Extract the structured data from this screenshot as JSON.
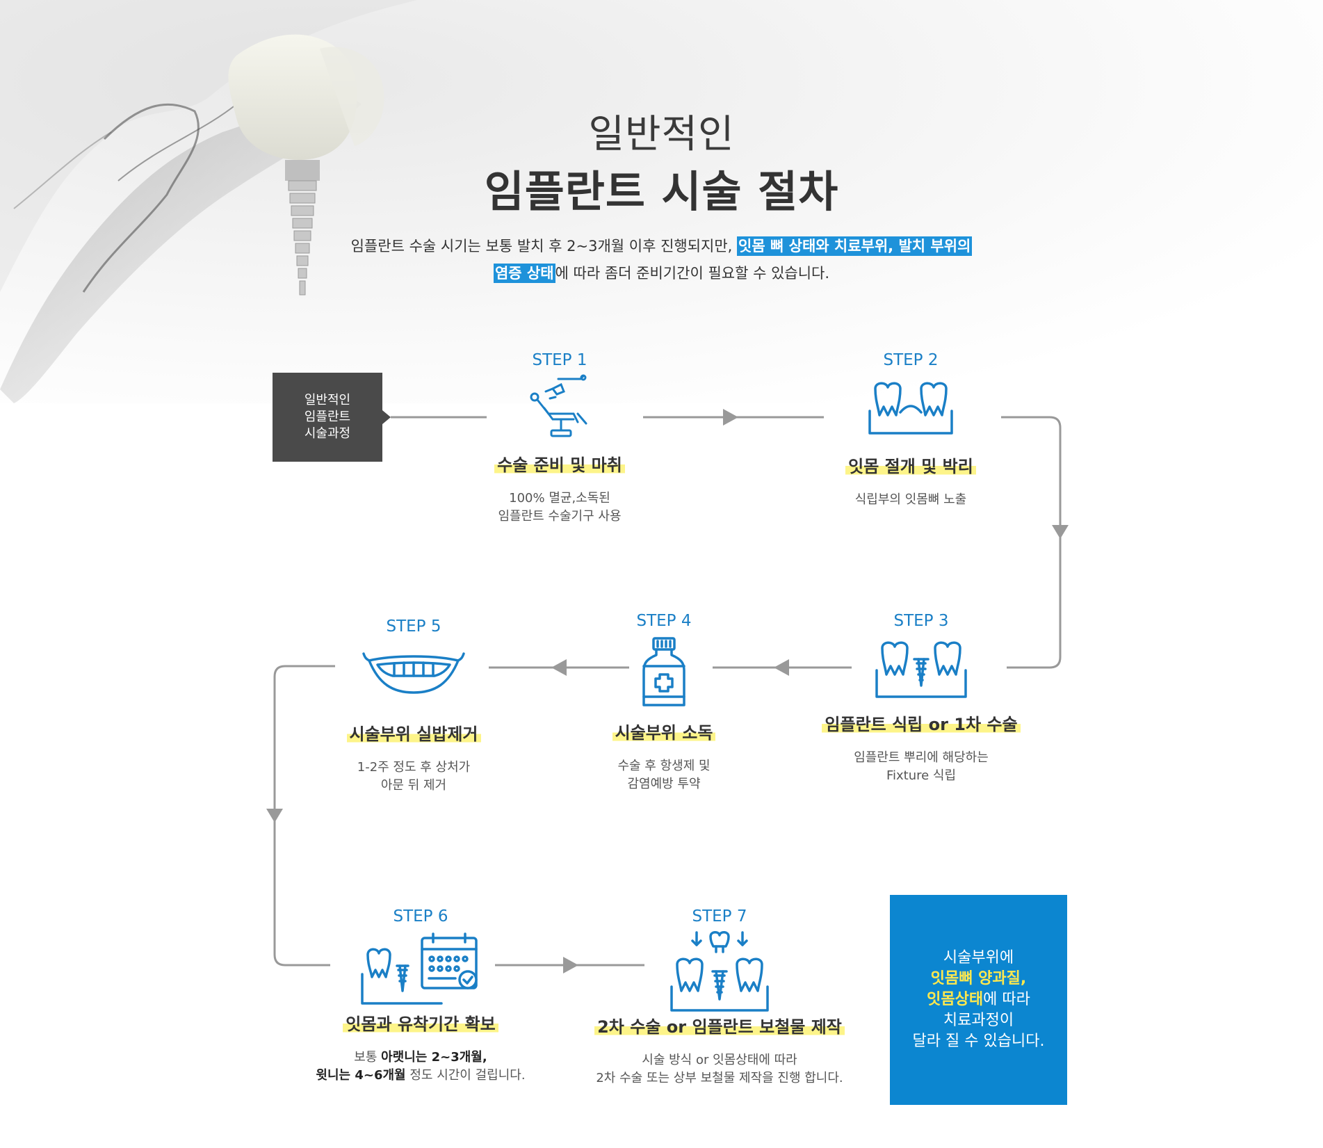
{
  "header": {
    "title_line1": "일반적인",
    "title_line2": "임플란트 시술 절차",
    "intro_line1_plain": "임플란트 수술 시기는 보통 발치 후 2~3개월 이후 진행되지만, ",
    "intro_line1_highlight": "잇몸 뼈 상태와 치료부위, 발치 부위의",
    "intro_line2_highlight": "염증 상태",
    "intro_line2_plain": "에 따라 좀더 준비기간이 필요할 수 있습니다."
  },
  "label_box": {
    "line1": "일반적인",
    "line2": "임플란트",
    "line3": "시술과정"
  },
  "steps": [
    {
      "number": "STEP 1",
      "icon": "dental-chair-icon",
      "title": "수술 준비 및 마취",
      "desc1": "100% 멸균,소독된",
      "desc2": "임플란트 수술기구 사용"
    },
    {
      "number": "STEP 2",
      "icon": "gum-incision-icon",
      "title": "잇몸 절개 및 박리",
      "desc1": "식립부의 잇몸뼈 노출",
      "desc2": ""
    },
    {
      "number": "STEP 3",
      "icon": "implant-placement-icon",
      "title": "임플란트 식립 or 1차 수술",
      "desc1": "임플란트 뿌리에 해당하는",
      "desc2": "Fixture 식립"
    },
    {
      "number": "STEP 4",
      "icon": "disinfectant-bottle-icon",
      "title": "시술부위 소독",
      "desc1": "수술 후 항생제 및",
      "desc2": "감염예방 투약"
    },
    {
      "number": "STEP 5",
      "icon": "smile-icon",
      "title": "시술부위 실밥제거",
      "desc1": "1-2주 정도 후 상처가",
      "desc2": "아문 뒤 제거"
    },
    {
      "number": "STEP 6",
      "icon": "calendar-tooth-icon",
      "title": "잇몸과 유착기간 확보",
      "desc1_a": "보통 ",
      "desc1_b": "아랫니는 2~3개월,",
      "desc2_a": "윗니는 4~6개월",
      "desc2_b": " 정도 시간이 걸립니다."
    },
    {
      "number": "STEP 7",
      "icon": "crown-placement-icon",
      "title": "2차 수술 or 임플란트 보철물 제작",
      "desc1": "시술 방식 or 잇몸상태에 따라",
      "desc2": "2차 수술 또는 상부 보철물 제작을 진행 합니다."
    }
  ],
  "note_box": {
    "line1": "시술부위에",
    "line2": "잇몸뼈 양과질,",
    "line3_yellow": "잇몸상태",
    "line3_plain": "에 따라",
    "line4": "치료과정이",
    "line5": "달라 질 수 있습니다."
  },
  "colors": {
    "accent_blue": "#1a7fc6",
    "note_blue": "#0c86d0",
    "highlight_yellow": "#fdf489",
    "label_dark": "#4a4a4a",
    "connector_gray": "#999999"
  }
}
